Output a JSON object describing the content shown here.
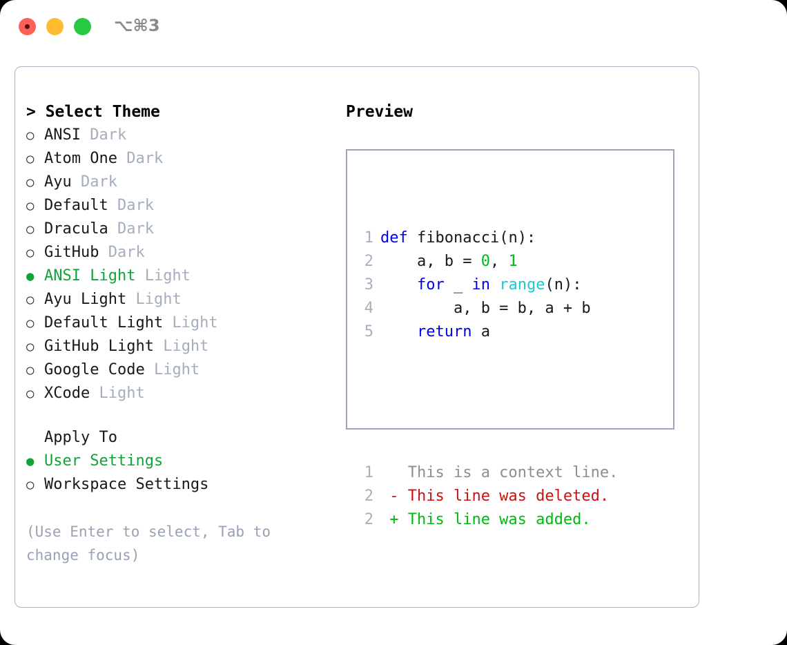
{
  "titlebar": {
    "shortcut": "⌥⌘3",
    "buttons": {
      "close": "close-button",
      "minimize": "minimize-button",
      "maximize": "maximize-button"
    }
  },
  "theme_panel": {
    "header": "> Select Theme",
    "markers": {
      "selected": "●",
      "unselected": "○"
    },
    "items": [
      {
        "name": "ANSI",
        "kind": "Dark",
        "selected": false
      },
      {
        "name": "Atom One",
        "kind": "Dark",
        "selected": false
      },
      {
        "name": "Ayu",
        "kind": "Dark",
        "selected": false
      },
      {
        "name": "Default",
        "kind": "Dark",
        "selected": false
      },
      {
        "name": "Dracula",
        "kind": "Dark",
        "selected": false
      },
      {
        "name": "GitHub",
        "kind": "Dark",
        "selected": false
      },
      {
        "name": "ANSI Light",
        "kind": "Light",
        "selected": true
      },
      {
        "name": "Ayu Light",
        "kind": "Light",
        "selected": false
      },
      {
        "name": "Default Light",
        "kind": "Light",
        "selected": false
      },
      {
        "name": "GitHub Light",
        "kind": "Light",
        "selected": false
      },
      {
        "name": "Google Code",
        "kind": "Light",
        "selected": false
      },
      {
        "name": "XCode",
        "kind": "Light",
        "selected": false
      }
    ]
  },
  "apply_to": {
    "label": "Apply To",
    "options": [
      {
        "label": "User Settings",
        "selected": true
      },
      {
        "label": "Workspace Settings",
        "selected": false
      }
    ]
  },
  "hint": "(Use Enter to select, Tab to change focus)",
  "preview": {
    "header": "Preview",
    "code_lines": [
      {
        "num": "1",
        "tokens": [
          {
            "t": "def",
            "c": "kw"
          },
          {
            "t": " fibonacci(n):",
            "c": "plain"
          }
        ]
      },
      {
        "num": "2",
        "tokens": [
          {
            "t": "    a, b = ",
            "c": "plain"
          },
          {
            "t": "0",
            "c": "num"
          },
          {
            "t": ", ",
            "c": "plain"
          },
          {
            "t": "1",
            "c": "num"
          }
        ]
      },
      {
        "num": "3",
        "tokens": [
          {
            "t": "    ",
            "c": "plain"
          },
          {
            "t": "for",
            "c": "kw"
          },
          {
            "t": " _ ",
            "c": "plain"
          },
          {
            "t": "in",
            "c": "kw"
          },
          {
            "t": " ",
            "c": "plain"
          },
          {
            "t": "range",
            "c": "fn"
          },
          {
            "t": "(n):",
            "c": "plain"
          }
        ]
      },
      {
        "num": "4",
        "tokens": [
          {
            "t": "        a, b = b, a + b",
            "c": "plain"
          }
        ]
      },
      {
        "num": "5",
        "tokens": [
          {
            "t": "    ",
            "c": "plain"
          },
          {
            "t": "return",
            "c": "kw"
          },
          {
            "t": " a",
            "c": "plain"
          }
        ]
      }
    ],
    "diff_lines": [
      {
        "num": "1",
        "text": "   This is a context line.",
        "kind": "ctx"
      },
      {
        "num": "2",
        "text": " - This line was deleted.",
        "kind": "del"
      },
      {
        "num": "2",
        "text": " + This line was added.",
        "kind": "add"
      }
    ]
  },
  "colors": {
    "accent_green": "#11a437",
    "keyword_blue": "#0000ee",
    "function_cyan": "#1ec8d0",
    "number_green": "#00b812",
    "diff_deleted": "#cc1111",
    "diff_added": "#00b812",
    "muted_gray": "#a5aebd",
    "border_gray": "#9aa5b5"
  }
}
